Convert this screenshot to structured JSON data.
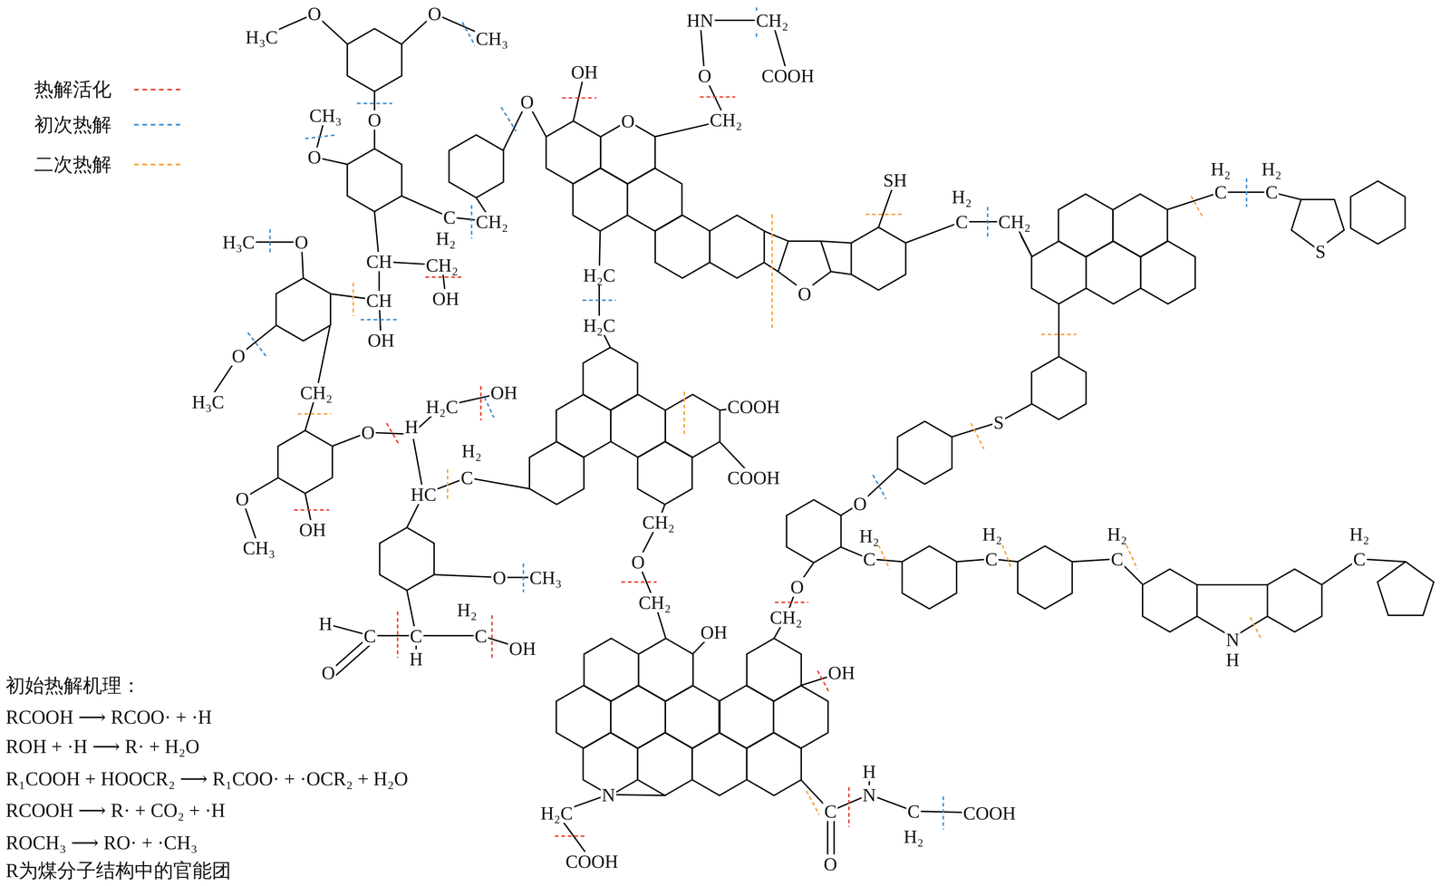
{
  "diagram": {
    "labels": [
      "H₃C",
      "O",
      "O",
      "CH₃",
      "O",
      "CH₃",
      "O",
      "C",
      "H₂",
      "CH₂",
      "CH",
      "CH₂",
      "CH",
      "OH",
      "OH",
      "H₃C",
      "O",
      "O",
      "H₃C",
      "CH₂",
      "O",
      "H",
      "H₂C",
      "OH",
      "H₂",
      "C",
      "HC",
      "O",
      "CH₃",
      "OH",
      "O",
      "CH₃",
      "H₂",
      "H",
      "C",
      "C",
      "H",
      "C",
      "OH",
      "O",
      "HN",
      "CH₂",
      "O",
      "COOH",
      "OH",
      "O",
      "O",
      "CH₂",
      "SH",
      "O",
      "H₂",
      "C",
      "CH₂",
      "H₂C",
      "H₂C",
      "COOH",
      "COOH",
      "CH₂",
      "O",
      "CH₂",
      "OH",
      "O",
      "CH₂",
      "OH",
      "H₂C",
      "N",
      "COOH",
      "C",
      "O",
      "H",
      "N",
      "C",
      "H₂",
      "COOH",
      "H₂",
      "C",
      "H₂",
      "C",
      "S",
      "S",
      "O",
      "H₂",
      "C",
      "H₂",
      "C",
      "H₂",
      "C",
      "H₂",
      "C",
      "N",
      "H",
      "初始热解机理：",
      "RCOOH ⟶ RCOO· + ·H",
      "ROH + ·H ⟶ R· + H₂O",
      "R₁COOH + HOOCR₂ ⟶ R₁COO· + ·OCR₂ + H₂O",
      "RCOOH ⟶ R· + CO₂ + ·H",
      "ROCH₃ ⟶ RO· + ·CH₃",
      "R为煤分子结构中的官能团"
    ],
    "legend": [
      {
        "text": "热解活化"
      },
      {
        "text": "初次热解"
      },
      {
        "text": "二次热解"
      }
    ]
  }
}
